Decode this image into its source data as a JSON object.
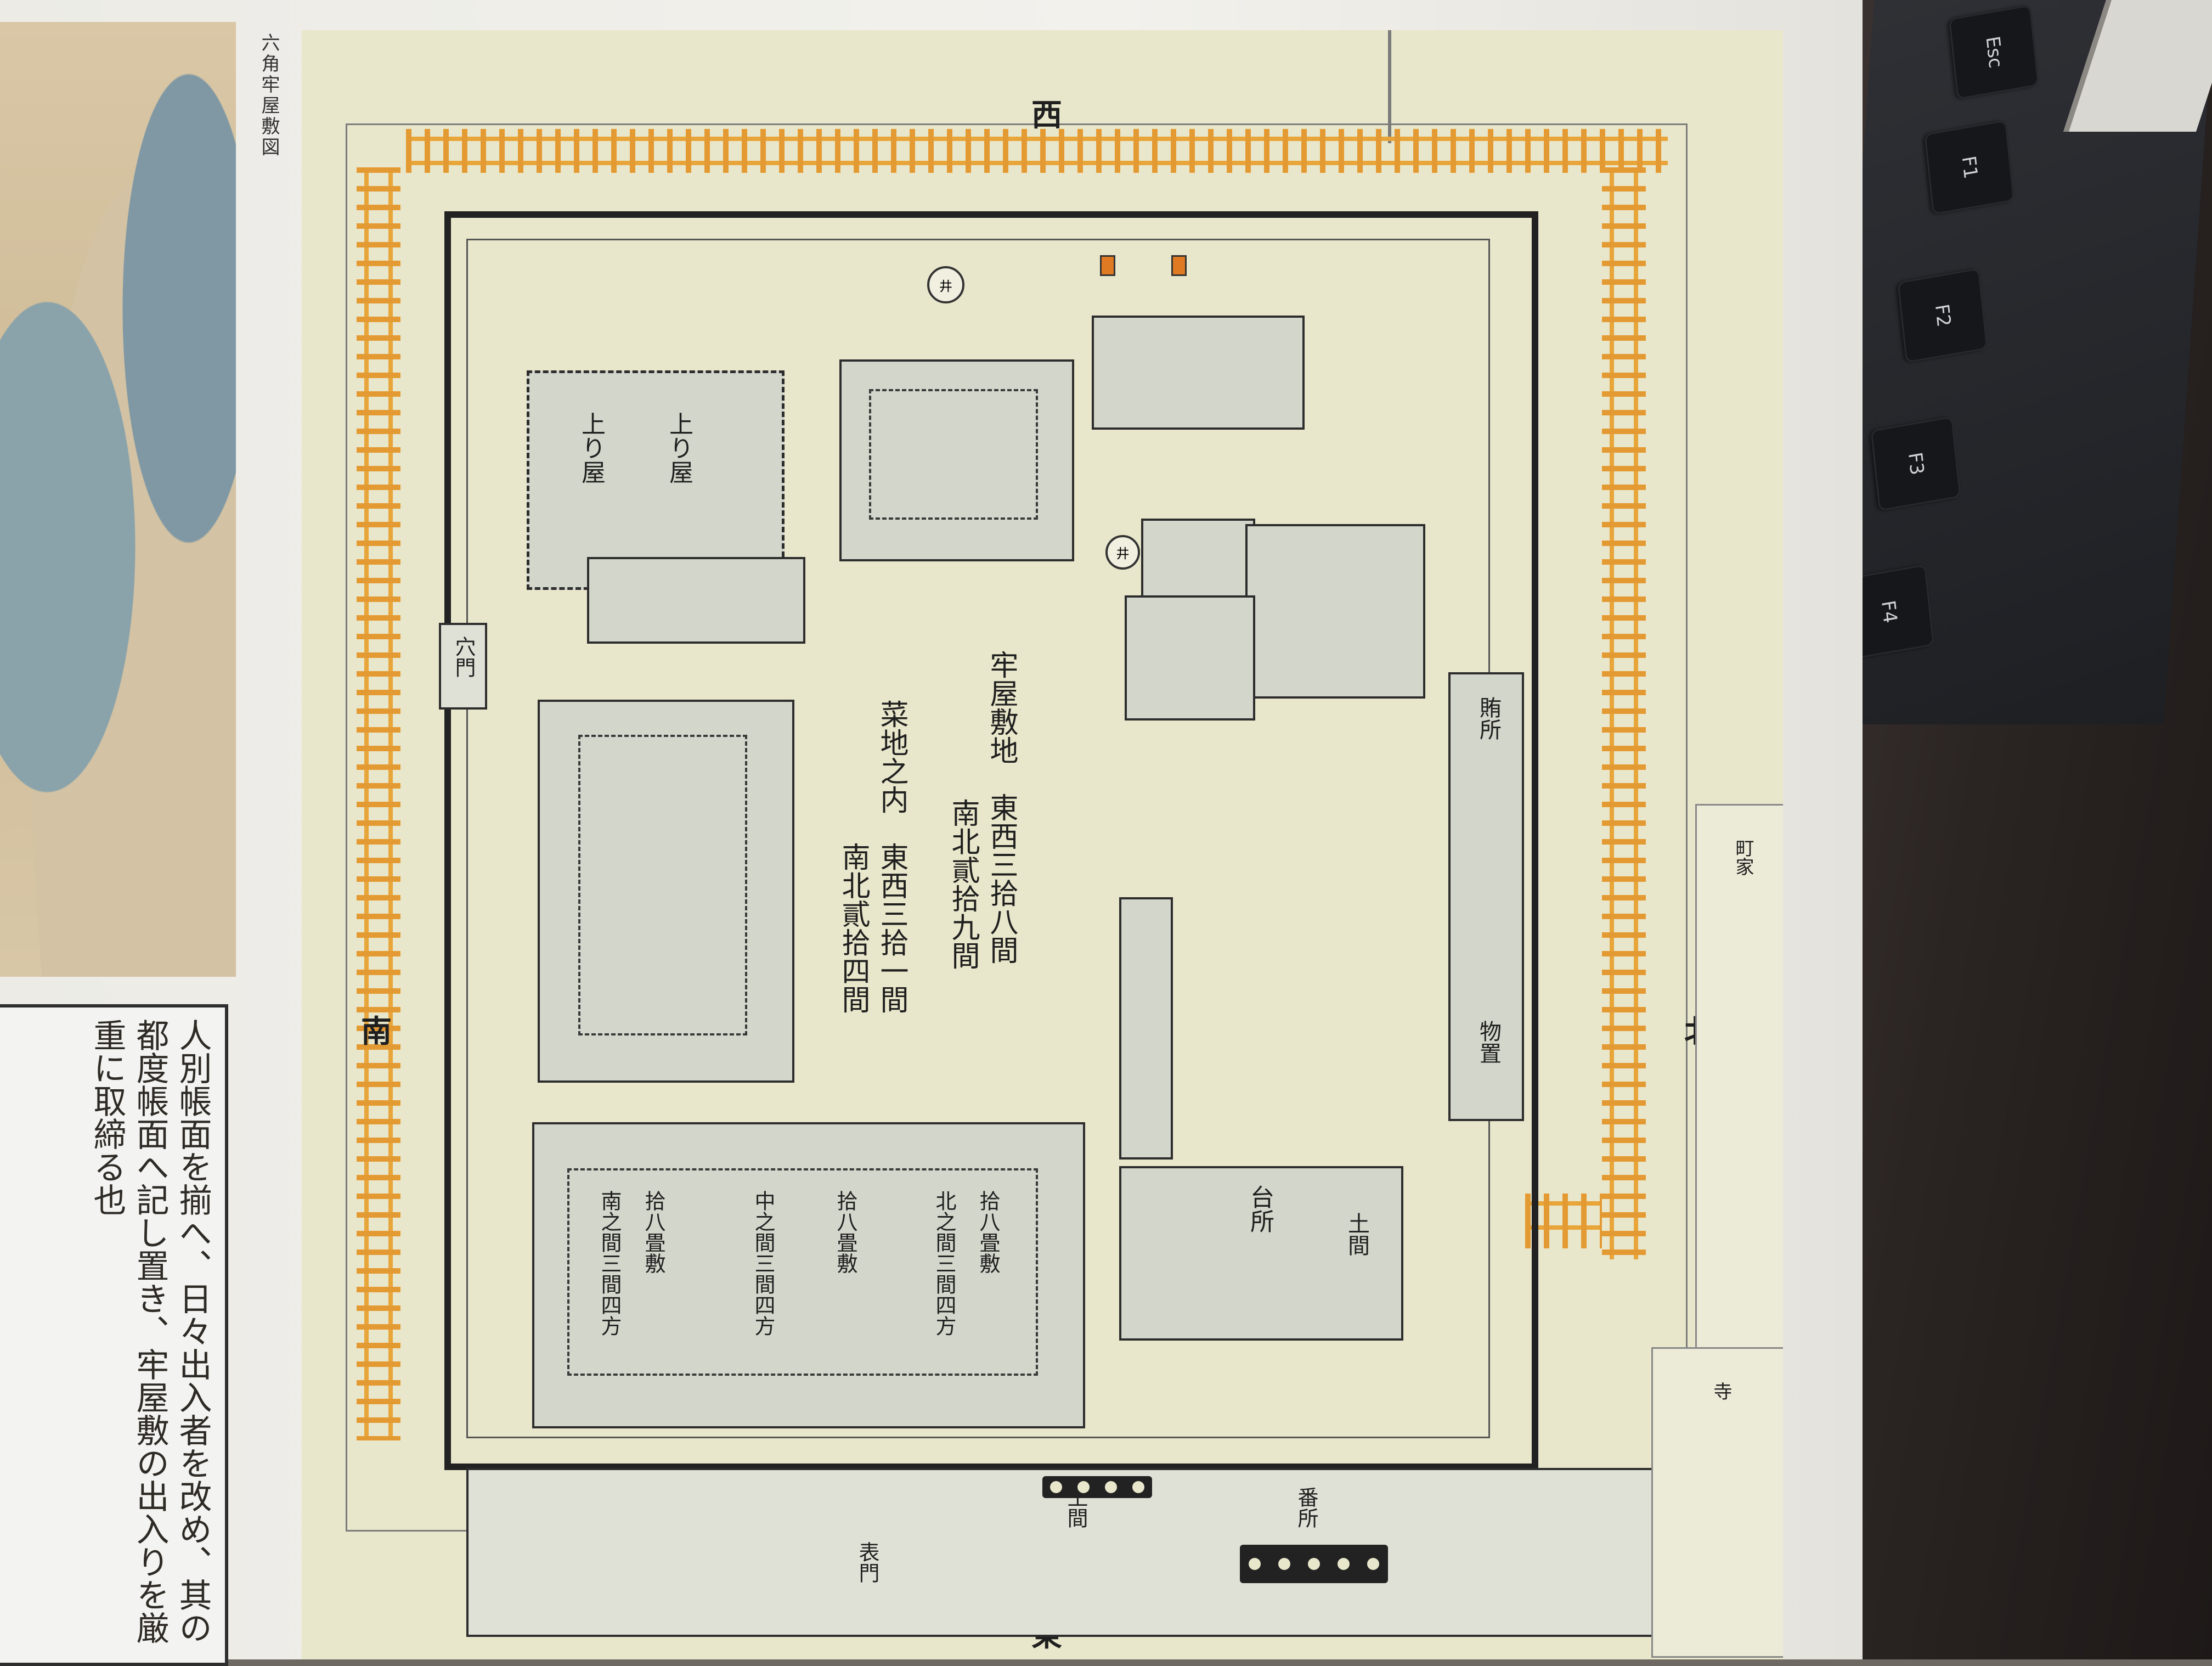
{
  "page": {
    "figure_caption": "六角牢屋敷図",
    "left_text": "人別帳面を揃へ、日々出入者を改め、其の都度帳面へ記し置き、牢屋敷の出入りを厳重に取締る也"
  },
  "map": {
    "compass": {
      "west": "西",
      "east": "東",
      "south": "南",
      "north": "北"
    },
    "central_text": {
      "line1": "牢屋敷地　東西三拾八間",
      "line2": "南北貳拾九間",
      "line3": "菜地之内　東西三拾一間",
      "line4": "南北貳拾四間"
    },
    "labels": {
      "gate_west": "穴門",
      "upper_room": "上り屋",
      "lower_rooms": "拾八畳敷",
      "south_room": "南之間三間四方",
      "middle_room": "中之間三間四方",
      "north_room": "北之間三間四方",
      "kitchen": "台所",
      "storage": "物置",
      "earth_floor": "土間",
      "guard": "番所",
      "east_wing": "賄所",
      "gate": "表門",
      "street_right": "町家",
      "temple": "寺"
    }
  },
  "keyboard": {
    "keys": [
      "Esc",
      "F1",
      "F2",
      "F3",
      "F4"
    ]
  }
}
